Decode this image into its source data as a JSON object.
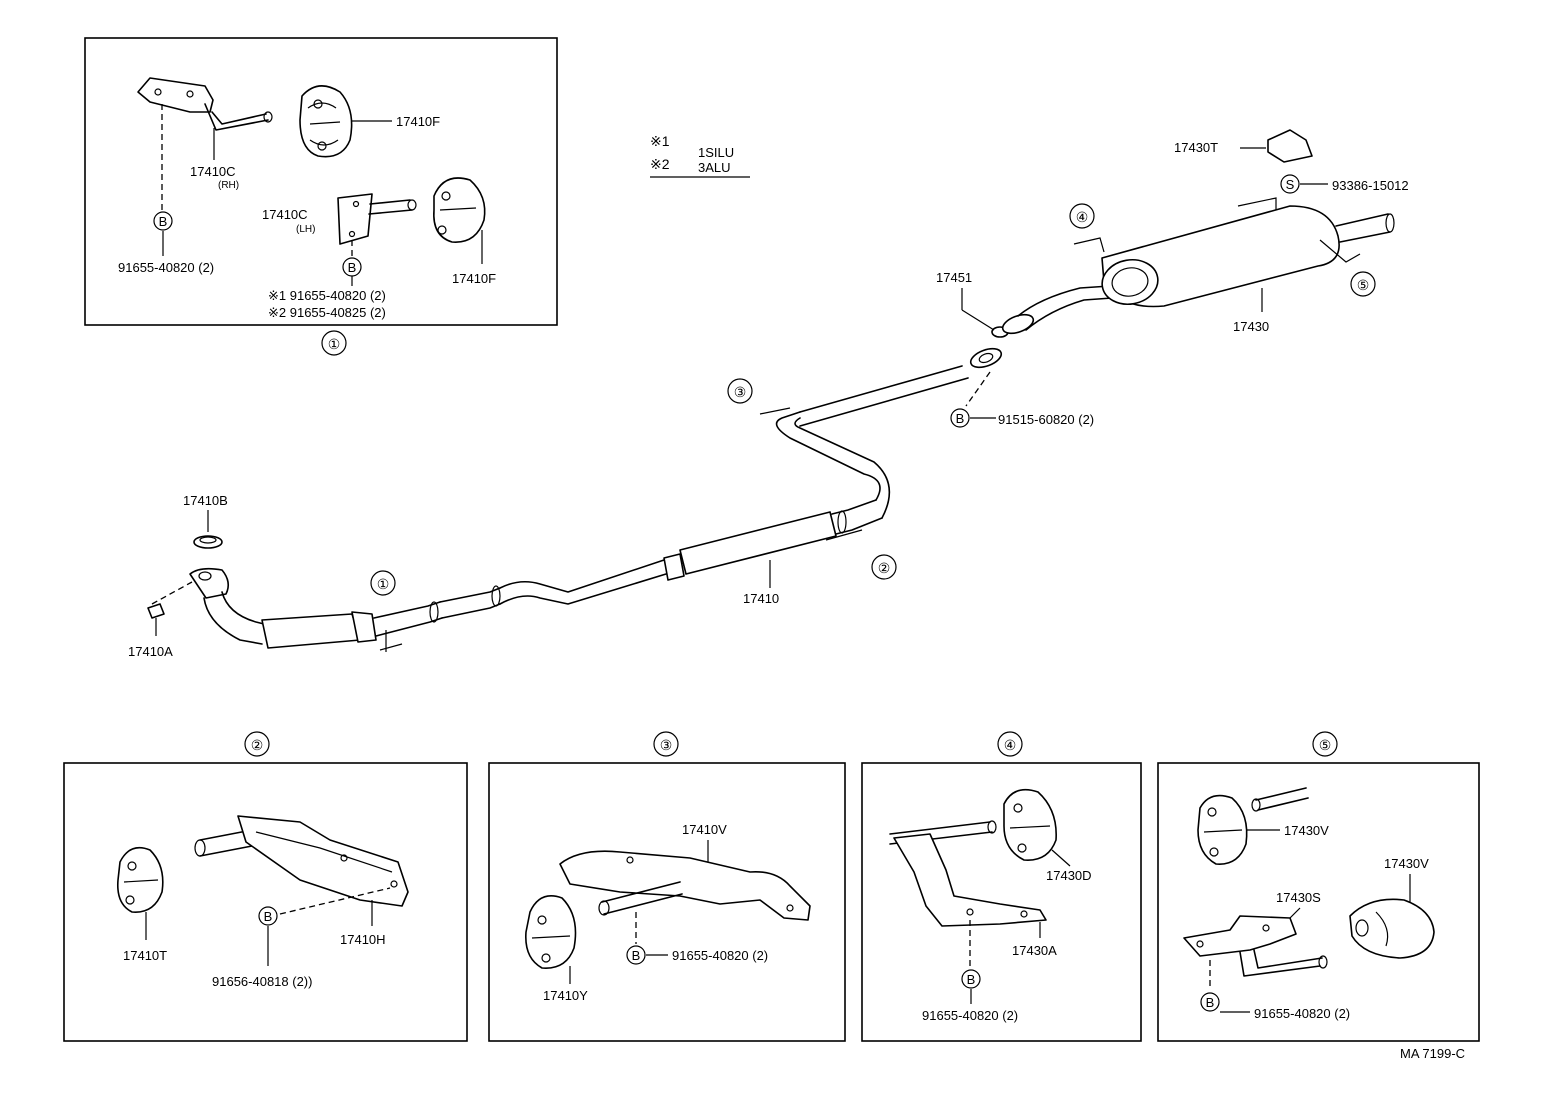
{
  "diagram_code": "MA 7199-C",
  "notes": {
    "n1_mark": "※1",
    "n1_text": "1SILU",
    "n2_mark": "※2",
    "n2_text": "3ALU"
  },
  "callouts": [
    "①",
    "②",
    "③",
    "④",
    "⑤"
  ],
  "bolt_marks": {
    "b": "B",
    "s": "S"
  },
  "main": {
    "exhaust_manifold_pipe_ring": "17410B",
    "exhaust_pipe_nut": "17410A",
    "front_exhaust_pipe": "17410",
    "gasket": "17451",
    "flange_bolt": "91515-60820 (2)",
    "tail_pipe_muffler": "17430",
    "tail_support_bracket": "17430T",
    "tail_stud": "93386-15012"
  },
  "detail1": {
    "bracket_rh": "17410C",
    "rh_note": "(RH)",
    "bracket_lh": "17410C",
    "lh_note": "(LH)",
    "insulator_top": "17410F",
    "insulator_bottom": "17410F",
    "bolt": "91655-40820 (2)",
    "bolt_v1": "※1 91655-40820 (2)",
    "bolt_v2": "※2 91655-40825 (2)"
  },
  "detail2": {
    "insulator": "17410T",
    "bracket": "17410H",
    "bolt": "91656-40818 (2))"
  },
  "detail3": {
    "bracket": "17410V",
    "insulator": "17410Y",
    "bolt": "91655-40820 (2)"
  },
  "detail4": {
    "insulator": "17430D",
    "bracket": "17430A",
    "bolt": "91655-40820 (2)"
  },
  "detail5": {
    "insulator_top": "17430V",
    "insulator_right": "17430V",
    "bracket": "17430S",
    "bolt": "91655-40820 (2)"
  }
}
